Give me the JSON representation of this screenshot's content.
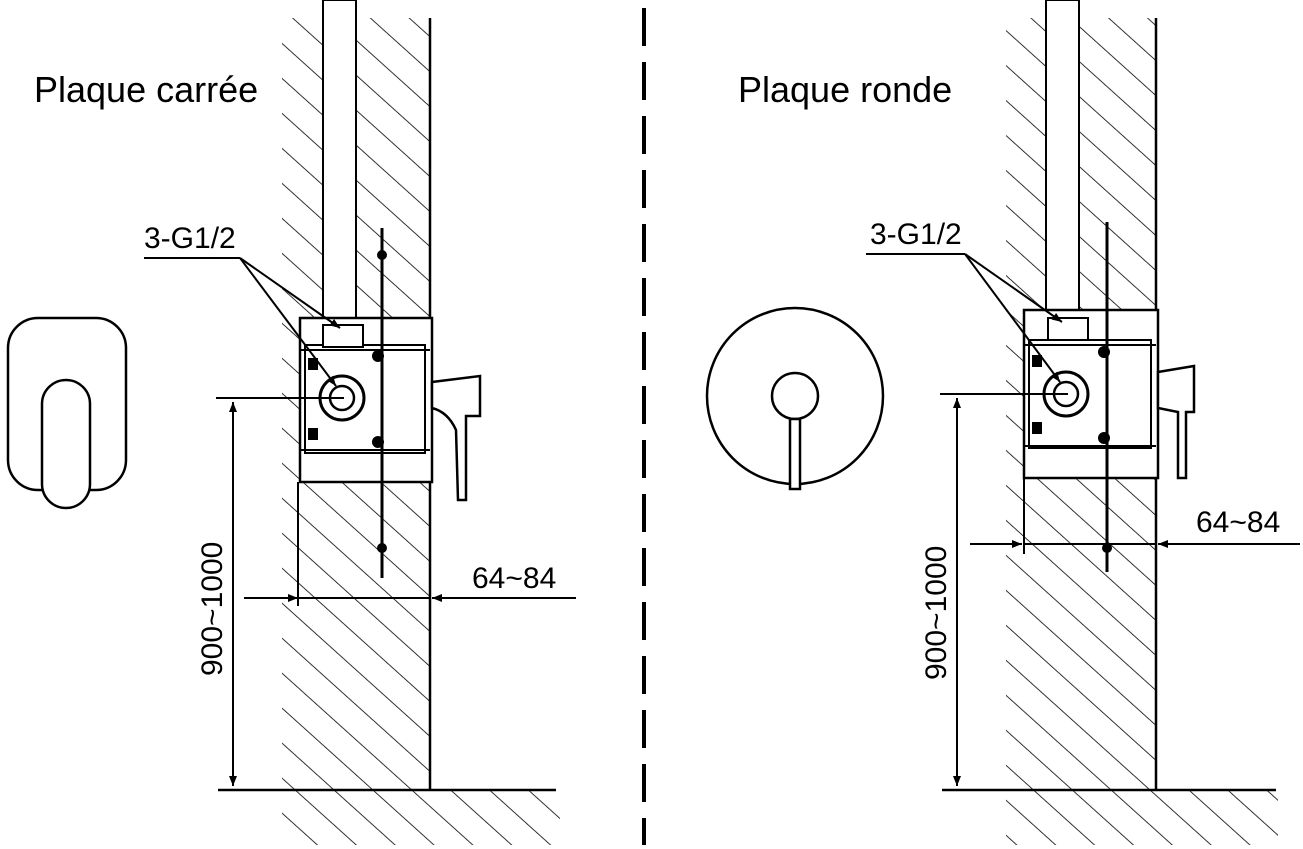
{
  "left_panel": {
    "title": "Plaque carrée",
    "connection_label": "3-G1/2",
    "depth_label": "64~84",
    "height_label": "900~1000"
  },
  "right_panel": {
    "title": "Plaque ronde",
    "connection_label": "3-G1/2",
    "depth_label": "64~84",
    "height_label": "900~1000"
  },
  "colors": {
    "ink": "#000000",
    "background": "#ffffff"
  }
}
